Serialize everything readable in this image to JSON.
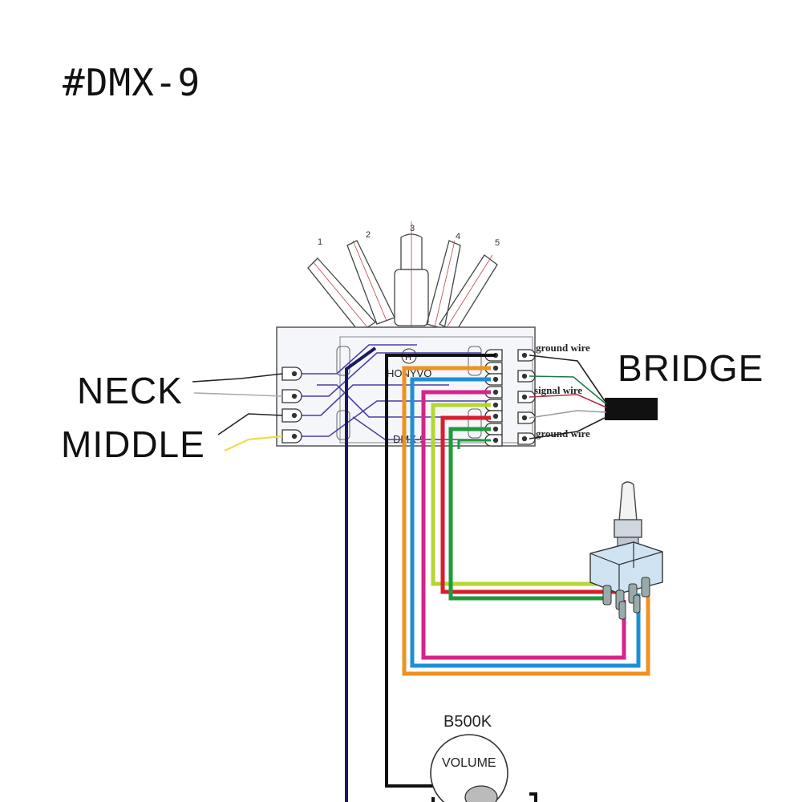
{
  "title": "#DMX-9",
  "labels": {
    "neck": "NECK",
    "middle": "MIDDLE",
    "bridge": "BRIDGE",
    "ground_wire_top": "ground wire",
    "signal_wire": "signal wire",
    "ground_wire_bottom": "ground wire",
    "pot_value": "B500K",
    "volume": "VOLUME",
    "board_brand": "HONYVO",
    "board_model": "DMX-9",
    "switch_center_mark": "H"
  },
  "lever_positions": [
    "1",
    "2",
    "3",
    "4",
    "5"
  ],
  "wire_colors": {
    "navy": "#1a1a5e",
    "black": "#111111",
    "orange": "#f0921e",
    "blue": "#1e8fd6",
    "magenta": "#d6248a",
    "lime": "#b6d632",
    "red": "#d61e2c",
    "green": "#1e9a3a",
    "trace": "#4a3fa8"
  }
}
